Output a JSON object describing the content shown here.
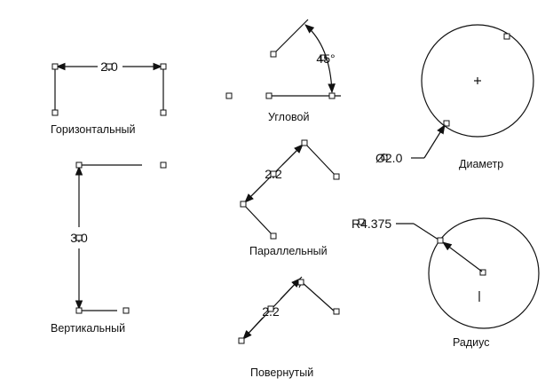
{
  "horizontal": {
    "caption": "Горизонтальный",
    "value": "2.0"
  },
  "vertical": {
    "caption": "Вертикальный",
    "value": "3.0"
  },
  "angular": {
    "caption": "Угловой",
    "value": "45°"
  },
  "parallel": {
    "caption": "Параллельный",
    "value": "2.2"
  },
  "rotated": {
    "caption": "Повернутый",
    "value": "2.2"
  },
  "diameter": {
    "caption": "Диаметр",
    "value": "Ø2.0"
  },
  "radius": {
    "caption": "Радиус",
    "value": "R4.375"
  }
}
